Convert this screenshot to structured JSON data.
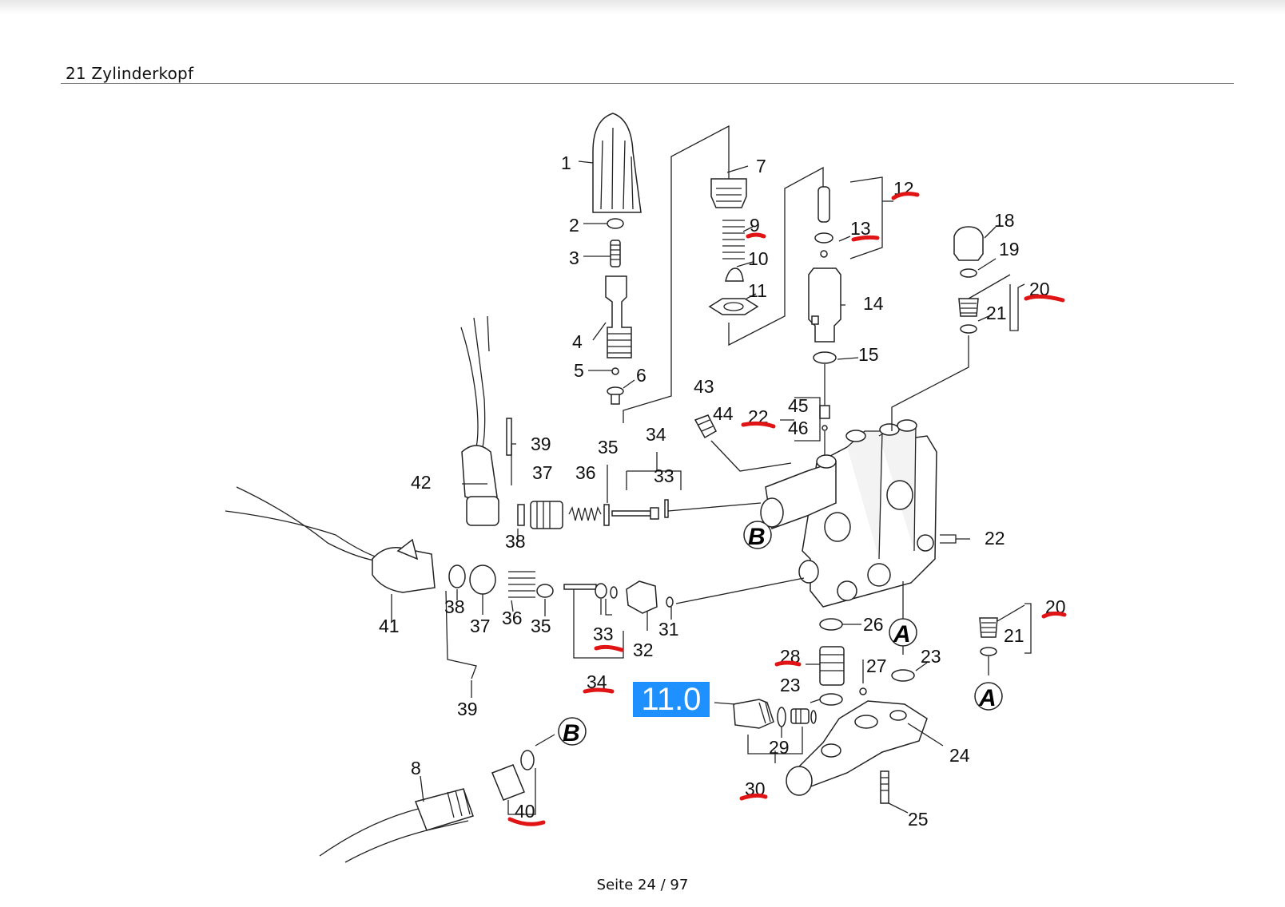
{
  "header": {
    "title": "21 Zylinderkopf"
  },
  "footer": {
    "page": "Seite 24 / 97"
  },
  "overlay": {
    "tag": "11.0",
    "tag_color": "#1e90ff"
  },
  "marks": {
    "color": "#e01414"
  },
  "ref_markers": [
    "A",
    "B"
  ],
  "part_labels": [
    {
      "id": "p1",
      "text": "1"
    },
    {
      "id": "p2",
      "text": "2"
    },
    {
      "id": "p3",
      "text": "3"
    },
    {
      "id": "p4",
      "text": "4"
    },
    {
      "id": "p5",
      "text": "5"
    },
    {
      "id": "p6",
      "text": "6"
    },
    {
      "id": "p7",
      "text": "7"
    },
    {
      "id": "p9",
      "text": "9"
    },
    {
      "id": "p10",
      "text": "10"
    },
    {
      "id": "p11",
      "text": "11"
    },
    {
      "id": "p12",
      "text": "12"
    },
    {
      "id": "p13",
      "text": "13"
    },
    {
      "id": "p14",
      "text": "14"
    },
    {
      "id": "p15",
      "text": "15"
    },
    {
      "id": "p18",
      "text": "18"
    },
    {
      "id": "p19",
      "text": "19"
    },
    {
      "id": "p20a",
      "text": "20"
    },
    {
      "id": "p21a",
      "text": "21"
    },
    {
      "id": "p43",
      "text": "43"
    },
    {
      "id": "p44",
      "text": "44"
    },
    {
      "id": "p22a",
      "text": "22"
    },
    {
      "id": "p45",
      "text": "45"
    },
    {
      "id": "p46",
      "text": "46"
    },
    {
      "id": "p39a",
      "text": "39"
    },
    {
      "id": "p42",
      "text": "42"
    },
    {
      "id": "p35a",
      "text": "35"
    },
    {
      "id": "p34a",
      "text": "34"
    },
    {
      "id": "p37a",
      "text": "37"
    },
    {
      "id": "p36a",
      "text": "36"
    },
    {
      "id": "p33a",
      "text": "33"
    },
    {
      "id": "p38a",
      "text": "38"
    },
    {
      "id": "p22b",
      "text": "22"
    },
    {
      "id": "p41",
      "text": "41"
    },
    {
      "id": "p38b",
      "text": "38"
    },
    {
      "id": "p37b",
      "text": "37"
    },
    {
      "id": "p36b",
      "text": "36"
    },
    {
      "id": "p35b",
      "text": "35"
    },
    {
      "id": "p33b",
      "text": "33"
    },
    {
      "id": "p32",
      "text": "32"
    },
    {
      "id": "p31",
      "text": "31"
    },
    {
      "id": "p26",
      "text": "26"
    },
    {
      "id": "p20b",
      "text": "20"
    },
    {
      "id": "p21b",
      "text": "21"
    },
    {
      "id": "p28",
      "text": "28"
    },
    {
      "id": "p27",
      "text": "27"
    },
    {
      "id": "p23a",
      "text": "23"
    },
    {
      "id": "p34b",
      "text": "34"
    },
    {
      "id": "p23b",
      "text": "23"
    },
    {
      "id": "p39b",
      "text": "39"
    },
    {
      "id": "p29",
      "text": "29"
    },
    {
      "id": "p24",
      "text": "24"
    },
    {
      "id": "p8",
      "text": "8"
    },
    {
      "id": "p30",
      "text": "30"
    },
    {
      "id": "p40",
      "text": "40"
    },
    {
      "id": "p25",
      "text": "25"
    }
  ]
}
